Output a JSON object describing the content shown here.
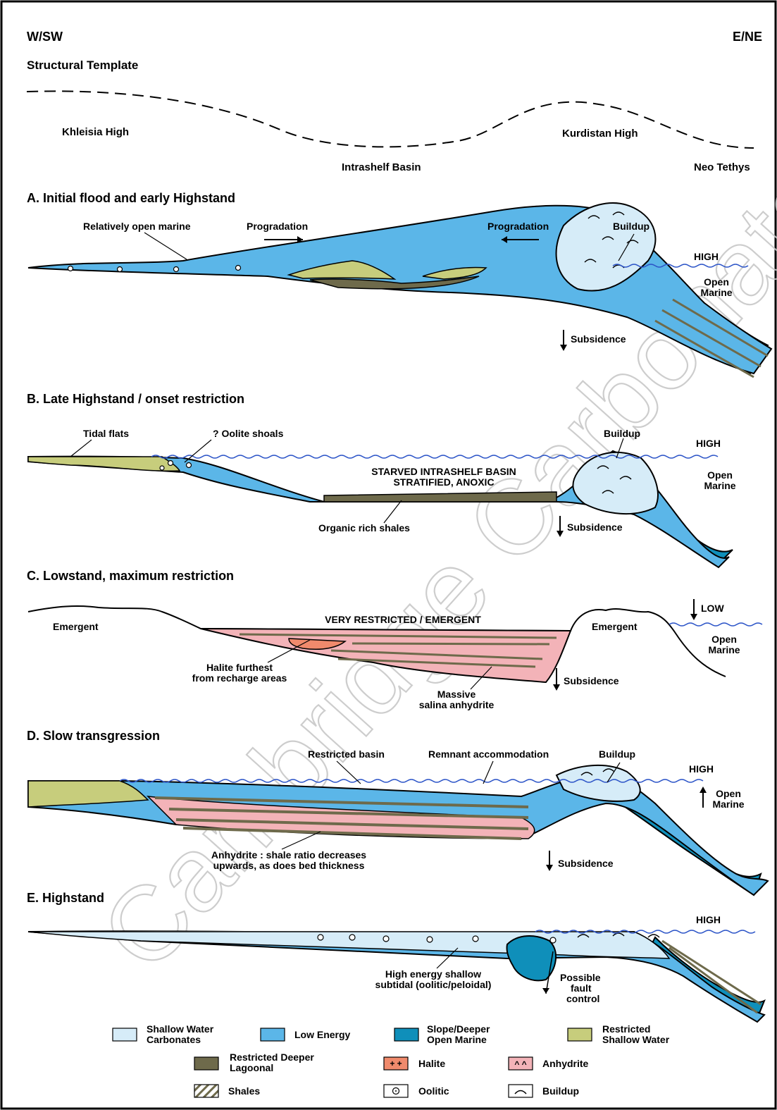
{
  "orientation": {
    "left": "W/SW",
    "right": "E/NE"
  },
  "structural": {
    "title": "Structural Template",
    "khleisia": "Khleisia High",
    "kurdistan": "Kurdistan High",
    "intrashelf": "Intrashelf Basin",
    "neotethys": "Neo Tethys"
  },
  "panelA": {
    "title": "A. Initial flood and early Highstand",
    "open_marine_rel": "Relatively open marine",
    "prog_left": "Progradation",
    "prog_right": "Progradation",
    "buildup": "Buildup",
    "high": "HIGH",
    "open1": "Open",
    "open2": "Marine",
    "subsidence": "Subsidence"
  },
  "panelB": {
    "title": "B. Late Highstand / onset restriction",
    "tidal": "Tidal flats",
    "oolite": "? Oolite shoals",
    "buildup": "Buildup",
    "high": "HIGH",
    "starved1": "STARVED INTRASHELF BASIN",
    "starved2": "STRATIFIED, ANOXIC",
    "open1": "Open",
    "open2": "Marine",
    "organic": "Organic rich shales",
    "subsidence": "Subsidence"
  },
  "panelC": {
    "title": "C. Lowstand, maximum restriction",
    "low": "LOW",
    "emergent_left": "Emergent",
    "very_restricted": "VERY RESTRICTED / EMERGENT",
    "emergent_right": "Emergent",
    "open1": "Open",
    "open2": "Marine",
    "halite1": "Halite furthest",
    "halite2": "from recharge areas",
    "subsidence": "Subsidence",
    "massive1": "Massive",
    "massive2": "salina anhydrite"
  },
  "panelD": {
    "title": "D. Slow transgression",
    "restricted": "Restricted basin",
    "remnant": "Remnant accommodation",
    "buildup": "Buildup",
    "high": "HIGH",
    "open1": "Open",
    "open2": "Marine",
    "anhy1": "Anhydrite : shale ratio decreases",
    "anhy2": "upwards, as does bed thickness",
    "subsidence": "Subsidence"
  },
  "panelE": {
    "title": "E. Highstand",
    "high": "HIGH",
    "he1": "High energy shallow",
    "he2": "subtidal (oolitic/peloidal)",
    "fault1": "Possible",
    "fault2": "fault",
    "fault3": "control"
  },
  "legend": {
    "swc1": "Shallow Water",
    "swc2": "Carbonates",
    "low_energy": "Low Energy",
    "slope1": "Slope/Deeper",
    "slope2": "Open Marine",
    "rsw1": "Restricted",
    "rsw2": "Shallow Water",
    "rdl1": "Restricted Deeper",
    "rdl2": "Lagoonal",
    "halite": "Halite",
    "anhydrite": "Anhydrite",
    "shales": "Shales",
    "oolitic": "Oolitic",
    "buildup": "Buildup"
  },
  "watermark": "Cambridge Carbonates Ltd.",
  "colors": {
    "shallow_water": "#d6ecf8",
    "low_energy": "#5bb6e8",
    "slope_deeper": "#0f8fba",
    "restricted_shallow": "#c7cd7c",
    "restricted_deeper": "#6e6a4b",
    "halite": "#f08a6c",
    "anhydrite": "#f3b3b8",
    "water_line": "#2d55c8"
  }
}
